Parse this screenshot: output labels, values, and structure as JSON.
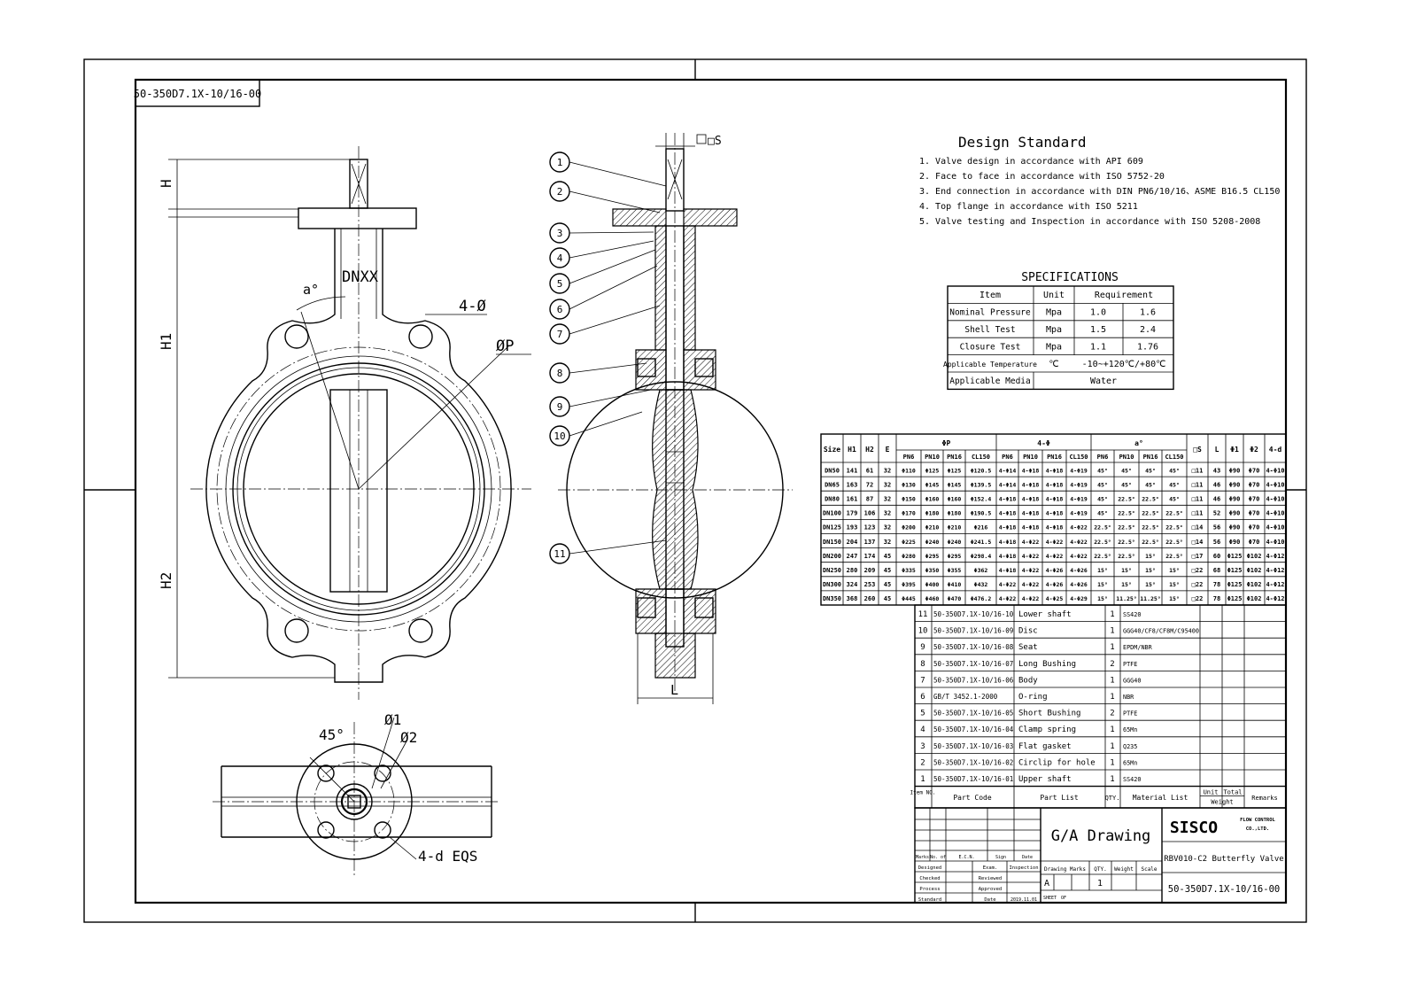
{
  "drawing_number_tag": "50-350D7.1X-10/16-00",
  "design_standard": {
    "title": "Design Standard",
    "items": [
      "1. Valve design in accordance with API 609",
      "2. Face to face in accordance with ISO 5752-20",
      "3. End connection in accordance with DIN PN6/10/16、ASME B16.5 CL150",
      "4. Top flange in accordance with ISO 5211",
      "5. Valve testing and Inspection in accordance with ISO 5208-2008"
    ]
  },
  "specifications": {
    "title": "SPECIFICATIONS",
    "headers": [
      "Item",
      "Unit",
      "Requirement"
    ],
    "rows": [
      [
        "Nominal Pressure",
        "Mpa",
        "1.0",
        "1.6"
      ],
      [
        "Shell Test",
        "Mpa",
        "1.5",
        "2.4"
      ],
      [
        "Closure Test",
        "Mpa",
        "1.1",
        "1.76"
      ],
      [
        "Applicable Temperature",
        "℃",
        "-10~+120℃/+80℃"
      ],
      [
        "Applicable Media",
        "",
        "Water"
      ]
    ]
  },
  "dimension_table": {
    "group_headers": [
      "Size",
      "H1",
      "H2",
      "E",
      "ΦP",
      "4-Φ",
      "a°",
      "□S",
      "L",
      "Φ1",
      "Φ2",
      "4-d"
    ],
    "sub_headers": [
      "PN6",
      "PN10",
      "PN16",
      "CL150"
    ],
    "rows": [
      [
        "DN50",
        "141",
        "61",
        "32",
        "Φ110",
        "Φ125",
        "Φ125",
        "Φ120.5",
        "4-Φ14",
        "4-Φ18",
        "4-Φ18",
        "4-Φ19",
        "45°",
        "45°",
        "45°",
        "45°",
        "□11",
        "43",
        "Φ90",
        "Φ70",
        "4-Φ10"
      ],
      [
        "DN65",
        "163",
        "72",
        "32",
        "Φ130",
        "Φ145",
        "Φ145",
        "Φ139.5",
        "4-Φ14",
        "4-Φ18",
        "4-Φ18",
        "4-Φ19",
        "45°",
        "45°",
        "45°",
        "45°",
        "□11",
        "46",
        "Φ90",
        "Φ70",
        "4-Φ10"
      ],
      [
        "DN80",
        "161",
        "87",
        "32",
        "Φ150",
        "Φ160",
        "Φ160",
        "Φ152.4",
        "4-Φ18",
        "4-Φ18",
        "4-Φ18",
        "4-Φ19",
        "45°",
        "22.5°",
        "22.5°",
        "45°",
        "□11",
        "46",
        "Φ90",
        "Φ70",
        "4-Φ10"
      ],
      [
        "DN100",
        "179",
        "106",
        "32",
        "Φ170",
        "Φ180",
        "Φ180",
        "Φ190.5",
        "4-Φ18",
        "4-Φ18",
        "4-Φ18",
        "4-Φ19",
        "45°",
        "22.5°",
        "22.5°",
        "22.5°",
        "□11",
        "52",
        "Φ90",
        "Φ70",
        "4-Φ10"
      ],
      [
        "DN125",
        "193",
        "123",
        "32",
        "Φ200",
        "Φ210",
        "Φ210",
        "Φ216",
        "4-Φ18",
        "4-Φ18",
        "4-Φ18",
        "4-Φ22",
        "22.5°",
        "22.5°",
        "22.5°",
        "22.5°",
        "□14",
        "56",
        "Φ90",
        "Φ70",
        "4-Φ10"
      ],
      [
        "DN150",
        "204",
        "137",
        "32",
        "Φ225",
        "Φ240",
        "Φ240",
        "Φ241.5",
        "4-Φ18",
        "4-Φ22",
        "4-Φ22",
        "4-Φ22",
        "22.5°",
        "22.5°",
        "22.5°",
        "22.5°",
        "□14",
        "56",
        "Φ90",
        "Φ70",
        "4-Φ10"
      ],
      [
        "DN200",
        "247",
        "174",
        "45",
        "Φ280",
        "Φ295",
        "Φ295",
        "Φ298.4",
        "4-Φ18",
        "4-Φ22",
        "4-Φ22",
        "4-Φ22",
        "22.5°",
        "22.5°",
        "15°",
        "22.5°",
        "□17",
        "60",
        "Φ125",
        "Φ102",
        "4-Φ12"
      ],
      [
        "DN250",
        "280",
        "209",
        "45",
        "Φ335",
        "Φ350",
        "Φ355",
        "Φ362",
        "4-Φ18",
        "4-Φ22",
        "4-Φ26",
        "4-Φ26",
        "15°",
        "15°",
        "15°",
        "15°",
        "□22",
        "68",
        "Φ125",
        "Φ102",
        "4-Φ12"
      ],
      [
        "DN300",
        "324",
        "253",
        "45",
        "Φ395",
        "Φ400",
        "Φ410",
        "Φ432",
        "4-Φ22",
        "4-Φ22",
        "4-Φ26",
        "4-Φ26",
        "15°",
        "15°",
        "15°",
        "15°",
        "□22",
        "78",
        "Φ125",
        "Φ102",
        "4-Φ12"
      ],
      [
        "DN350",
        "368",
        "260",
        "45",
        "Φ445",
        "Φ460",
        "Φ470",
        "Φ476.2",
        "4-Φ22",
        "4-Φ22",
        "4-Φ25",
        "4-Φ29",
        "15°",
        "11.25°",
        "11.25°",
        "15°",
        "□22",
        "78",
        "Φ125",
        "Φ102",
        "4-Φ12"
      ]
    ]
  },
  "parts_list": {
    "headers": [
      "Item NO.",
      "Part Code",
      "Part List",
      "QTY.",
      "Material List",
      "Unit",
      "Total",
      "Weight",
      "Remarks"
    ],
    "rows": [
      [
        "11",
        "50-350D7.1X-10/16-10",
        "Lower shaft",
        "1",
        "SS420"
      ],
      [
        "10",
        "50-350D7.1X-10/16-09",
        "Disc",
        "1",
        "GGG40/CF8/CF8M/C95400"
      ],
      [
        "9",
        "50-350D7.1X-10/16-08",
        "Seat",
        "1",
        "EPDM/NBR"
      ],
      [
        "8",
        "50-350D7.1X-10/16-07",
        "Long Bushing",
        "2",
        "PTFE"
      ],
      [
        "7",
        "50-350D7.1X-10/16-06",
        "Body",
        "1",
        "GGG40"
      ],
      [
        "6",
        "GB/T 3452.1-2000",
        "O-ring",
        "1",
        "NBR"
      ],
      [
        "5",
        "50-350D7.1X-10/16-05",
        "Short Bushing",
        "2",
        "PTFE"
      ],
      [
        "4",
        "50-350D7.1X-10/16-04",
        "Clamp spring",
        "1",
        "65Mn"
      ],
      [
        "3",
        "50-350D7.1X-10/16-03",
        "Flat gasket",
        "1",
        "Q235"
      ],
      [
        "2",
        "50-350D7.1X-10/16-02",
        "Circlip for hole",
        "1",
        "65Mn"
      ],
      [
        "1",
        "50-350D7.1X-10/16-01",
        "Upper shaft",
        "1",
        "SS420"
      ]
    ]
  },
  "title_block": {
    "drawing_title": "G/A Drawing",
    "company": "SISCO",
    "company_sub1": "FLOW CONTROL",
    "company_sub2": "CO.,LTD.",
    "product": "RBV010-C2 Butterfly Valve",
    "drawing_number": "50-350D7.1X-10/16-00",
    "rev_headers": [
      "Marks",
      "No. of",
      "E.C.N.",
      "Sign",
      "Date"
    ],
    "roles": [
      "Designed",
      "Checked",
      "Process",
      "Standard"
    ],
    "approvals": [
      "Exam.",
      "Reviewed",
      "Approved",
      "Date"
    ],
    "inspection": "Inspection",
    "date_value": "2019.11.01",
    "marks_headers": [
      "Drawing Marks",
      "QTY.",
      "Weight",
      "Scale"
    ],
    "mark_value": "A",
    "qty_value": "1",
    "sheet_label": "SHEET",
    "of_label": "OF"
  },
  "drawing": {
    "labels": {
      "h": "H",
      "h1": "H1",
      "h2": "H2",
      "dnxx": "DNXX",
      "angle_a": "a°",
      "bolt_holes": "4-Ø",
      "pcd": "ØP",
      "square_s": "□S",
      "l": "L",
      "angle_45": "45°",
      "d1": "Ø1",
      "d2": "Ø2",
      "eqs": "4-d EQS"
    },
    "balloons": [
      "1",
      "2",
      "3",
      "4",
      "5",
      "6",
      "7",
      "8",
      "9",
      "10",
      "11"
    ]
  }
}
